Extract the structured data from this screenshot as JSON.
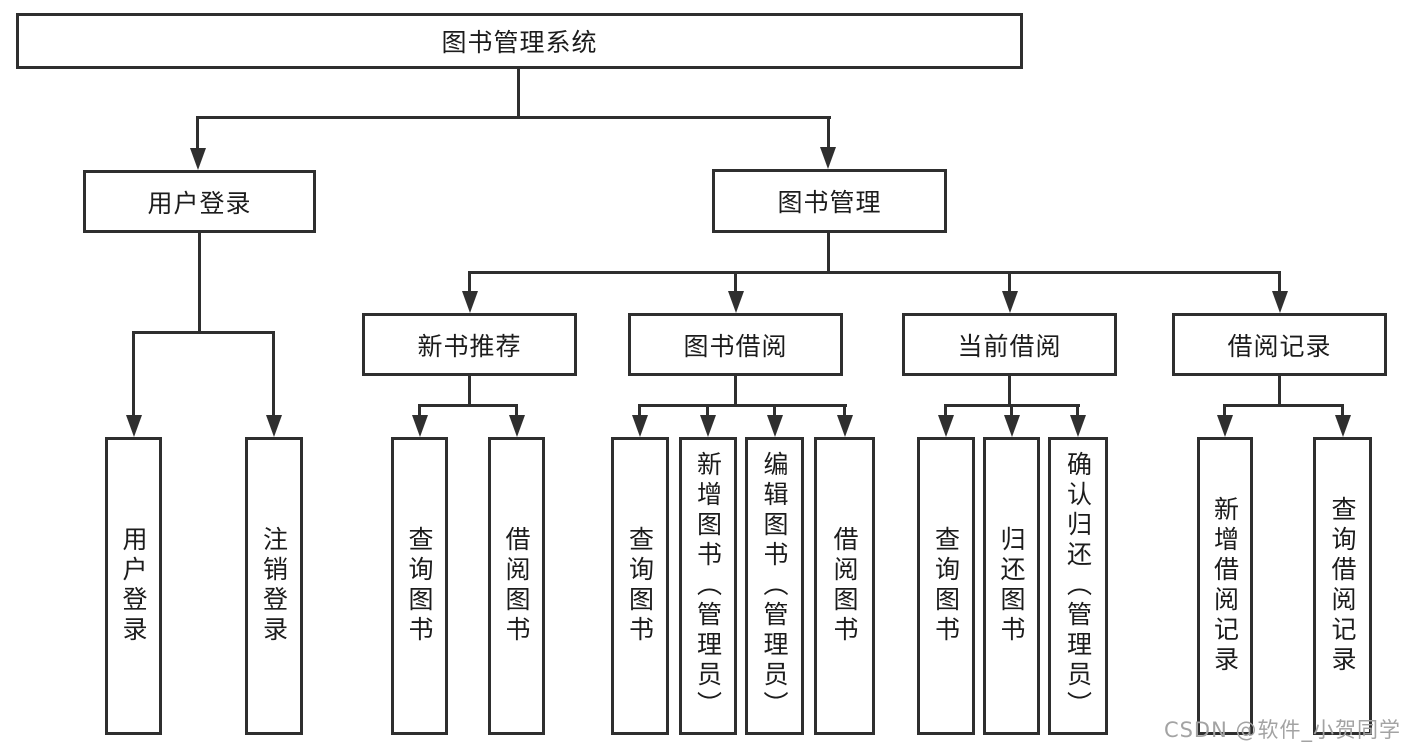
{
  "tree": {
    "root": {
      "label": "图书管理系统"
    },
    "branches": [
      {
        "label": "用户登录",
        "children": [
          {
            "label": "用户登录"
          },
          {
            "label": "注销登录"
          }
        ]
      },
      {
        "label": "图书管理",
        "children": [
          {
            "label": "新书推荐",
            "children": [
              {
                "label": "查询图书"
              },
              {
                "label": "借阅图书"
              }
            ]
          },
          {
            "label": "图书借阅",
            "children": [
              {
                "label": "查询图书"
              },
              {
                "label": "新增图书（管理员）"
              },
              {
                "label": "编辑图书（管理员）"
              },
              {
                "label": "借阅图书"
              }
            ]
          },
          {
            "label": "当前借阅",
            "children": [
              {
                "label": "查询图书"
              },
              {
                "label": "归还图书"
              },
              {
                "label": "确认归还（管理员）"
              }
            ]
          },
          {
            "label": "借阅记录",
            "children": [
              {
                "label": "新增借阅记录"
              },
              {
                "label": "查询借阅记录"
              }
            ]
          }
        ]
      }
    ]
  },
  "watermark": {
    "text": "CSDN @软件_小贺同学"
  },
  "colors": {
    "line": "#2f2f2f",
    "text": "#1c1c1c",
    "background": "#ffffff",
    "watermark": "#a3a3a3"
  }
}
